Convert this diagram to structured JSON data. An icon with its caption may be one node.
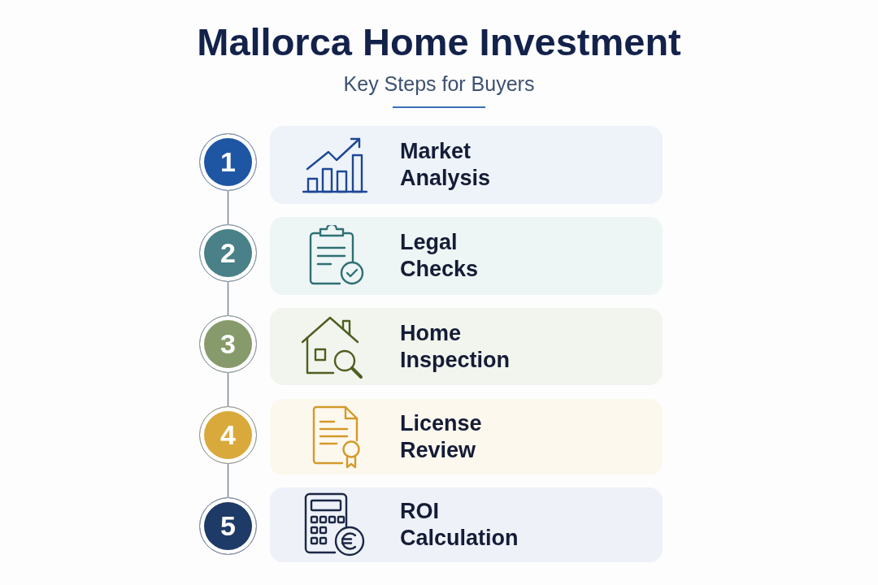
{
  "diagram": {
    "title": "Mallorca Home Investment",
    "nodes": [
      {
        "text": [
          "1"
        ]
      },
      {
        "text": [
          "Market Analysis"
        ]
      },
      {
        "text": [
          "2"
        ]
      },
      {
        "text": [
          "Legal Checks"
        ]
      },
      {
        "text": [
          "3"
        ]
      },
      {
        "text": [
          "Home Inspection"
        ]
      },
      {
        "text": [
          "4"
        ]
      },
      {
        "text": [
          "License Review"
        ]
      },
      {
        "text": [
          "5"
        ]
      },
      {
        "text": [
          "ROI Calculation"
        ]
      }
    ],
    "edges": [
      {
        "from": 0,
        "to": 2,
        "arrow": "none"
      },
      {
        "from": 2,
        "to": 4,
        "arrow": "none"
      },
      {
        "from": 4,
        "to": 6,
        "arrow": "none"
      },
      {
        "from": 6,
        "to": 8,
        "arrow": "none"
      }
    ],
    "labels": [
      "Key Steps for Buyers"
    ]
  }
}
